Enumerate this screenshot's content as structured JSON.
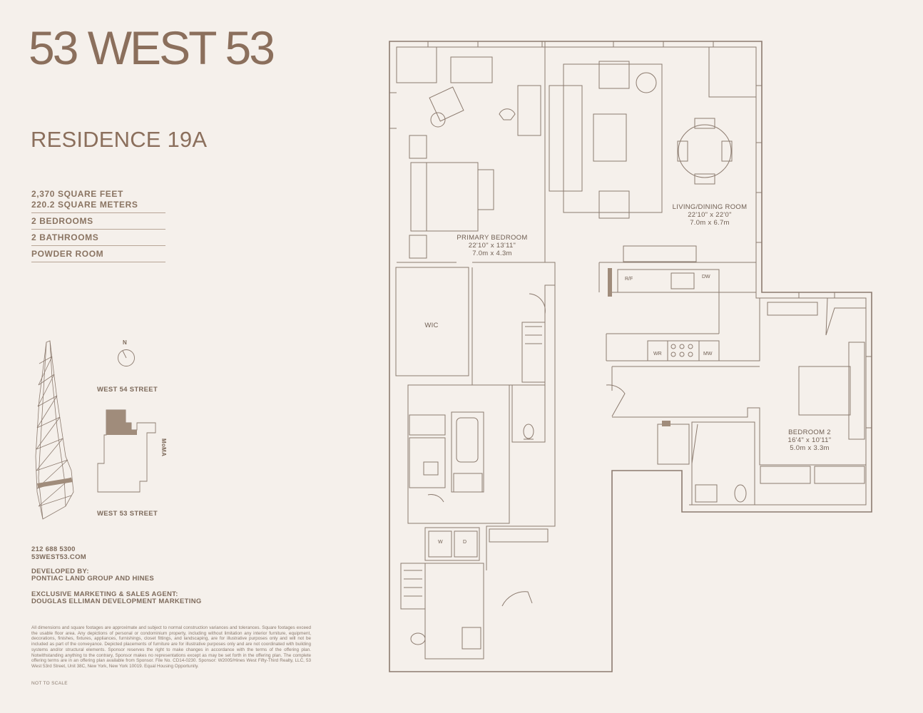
{
  "brand": "53 WEST 53",
  "residence": "RESIDENCE 19A",
  "specs": {
    "sqft": "2,370 SQUARE FEET",
    "sqm": "220.2 SQUARE METERS",
    "bedrooms": "2 BEDROOMS",
    "bathrooms": "2 BATHROOMS",
    "powder": "POWDER ROOM"
  },
  "map": {
    "north": "N",
    "street_top": "WEST 54 STREET",
    "street_bottom": "WEST 53 STREET",
    "moma": "MoMA"
  },
  "contact": {
    "phone": "212 688 5300",
    "web": "53WEST53.COM",
    "dev_heading": "DEVELOPED BY:",
    "dev_names": "PONTIAC LAND GROUP AND HINES",
    "agent_heading": "EXCLUSIVE MARKETING & SALES AGENT:",
    "agent_name": "DOUGLAS ELLIMAN DEVELOPMENT MARKETING"
  },
  "disclaimer": "All dimensions and square footages are approximate and subject to normal construction variances and tolerances. Square footages exceed the usable floor area. Any depictions of personal or condominium property, including without limitation any interior furniture, equipment, decorations, finishes, fixtures, appliances, furnishings, closet fittings, and landscaping, are for illustrative purposes only and will not be included as part of the conveyance. Depicted placements of furniture are for illustrative purposes only and are not coordinated with building systems and/or structural elements. Sponsor reserves the right to make changes in accordance with the terms of the offering plan. Notwithstanding anything to the contrary, Sponsor makes no representations except as may be set forth in the offering plan. The complete offering terms are in an offering plan available from Sponsor. File No. CD14-0230. Sponsor: W2005/Hines West Fifty-Third Realty, LLC, 53 West 53rd Street, Unit 38C, New York, New York 10019. Equal Housing Opportunity.",
  "not_to_scale": "NOT TO SCALE",
  "rooms": {
    "primary": {
      "name": "PRIMARY BEDROOM",
      "imperial": "22'10\" x 13'11\"",
      "metric": "7.0m x 4.3m"
    },
    "living": {
      "name": "LIVING/DINING ROOM",
      "imperial": "22'10\" x 22'0\"",
      "metric": "7.0m x 6.7m"
    },
    "bedroom2": {
      "name": "BEDROOM 2",
      "imperial": "16'4\" x 10'11\"",
      "metric": "5.0m x 3.3m"
    },
    "wic": "WIC"
  },
  "appliances": {
    "rf": "R/F",
    "dw": "DW",
    "wr": "WR",
    "mw": "MW",
    "washer": "W",
    "dryer": "D"
  },
  "colors": {
    "background": "#f5f0eb",
    "brand": "#8b6f5c",
    "line": "#8c7b6f",
    "highlight": "#a08c7b"
  }
}
